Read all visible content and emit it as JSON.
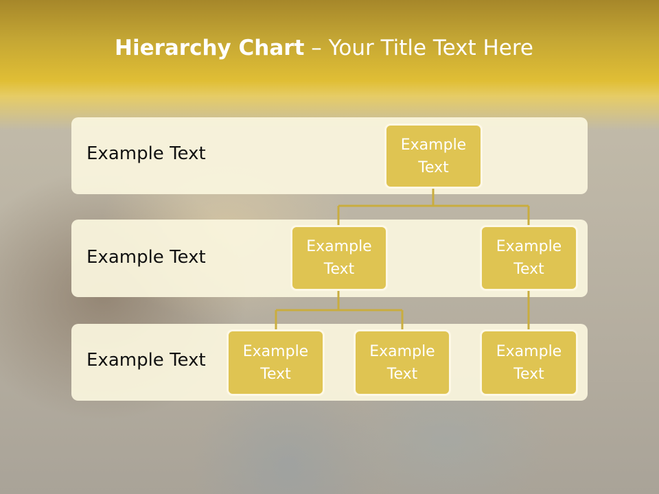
{
  "slide": {
    "title_bold": "Hierarchy Chart",
    "title_rest": " – Your Title Text Here"
  },
  "rows": [
    {
      "label": "Example Text"
    },
    {
      "label": "Example Text"
    },
    {
      "label": "Example Text"
    }
  ],
  "nodes": {
    "root": "Example Text",
    "level2_left": "Example Text",
    "level2_right": "Example Text",
    "level3_a": "Example Text",
    "level3_b": "Example Text",
    "level3_c": "Example Text"
  },
  "colors": {
    "header_gold": "#e0be35",
    "node_fill": "#dfc452",
    "band_fill": "#faf5de",
    "connector": "#c9ad3f"
  }
}
